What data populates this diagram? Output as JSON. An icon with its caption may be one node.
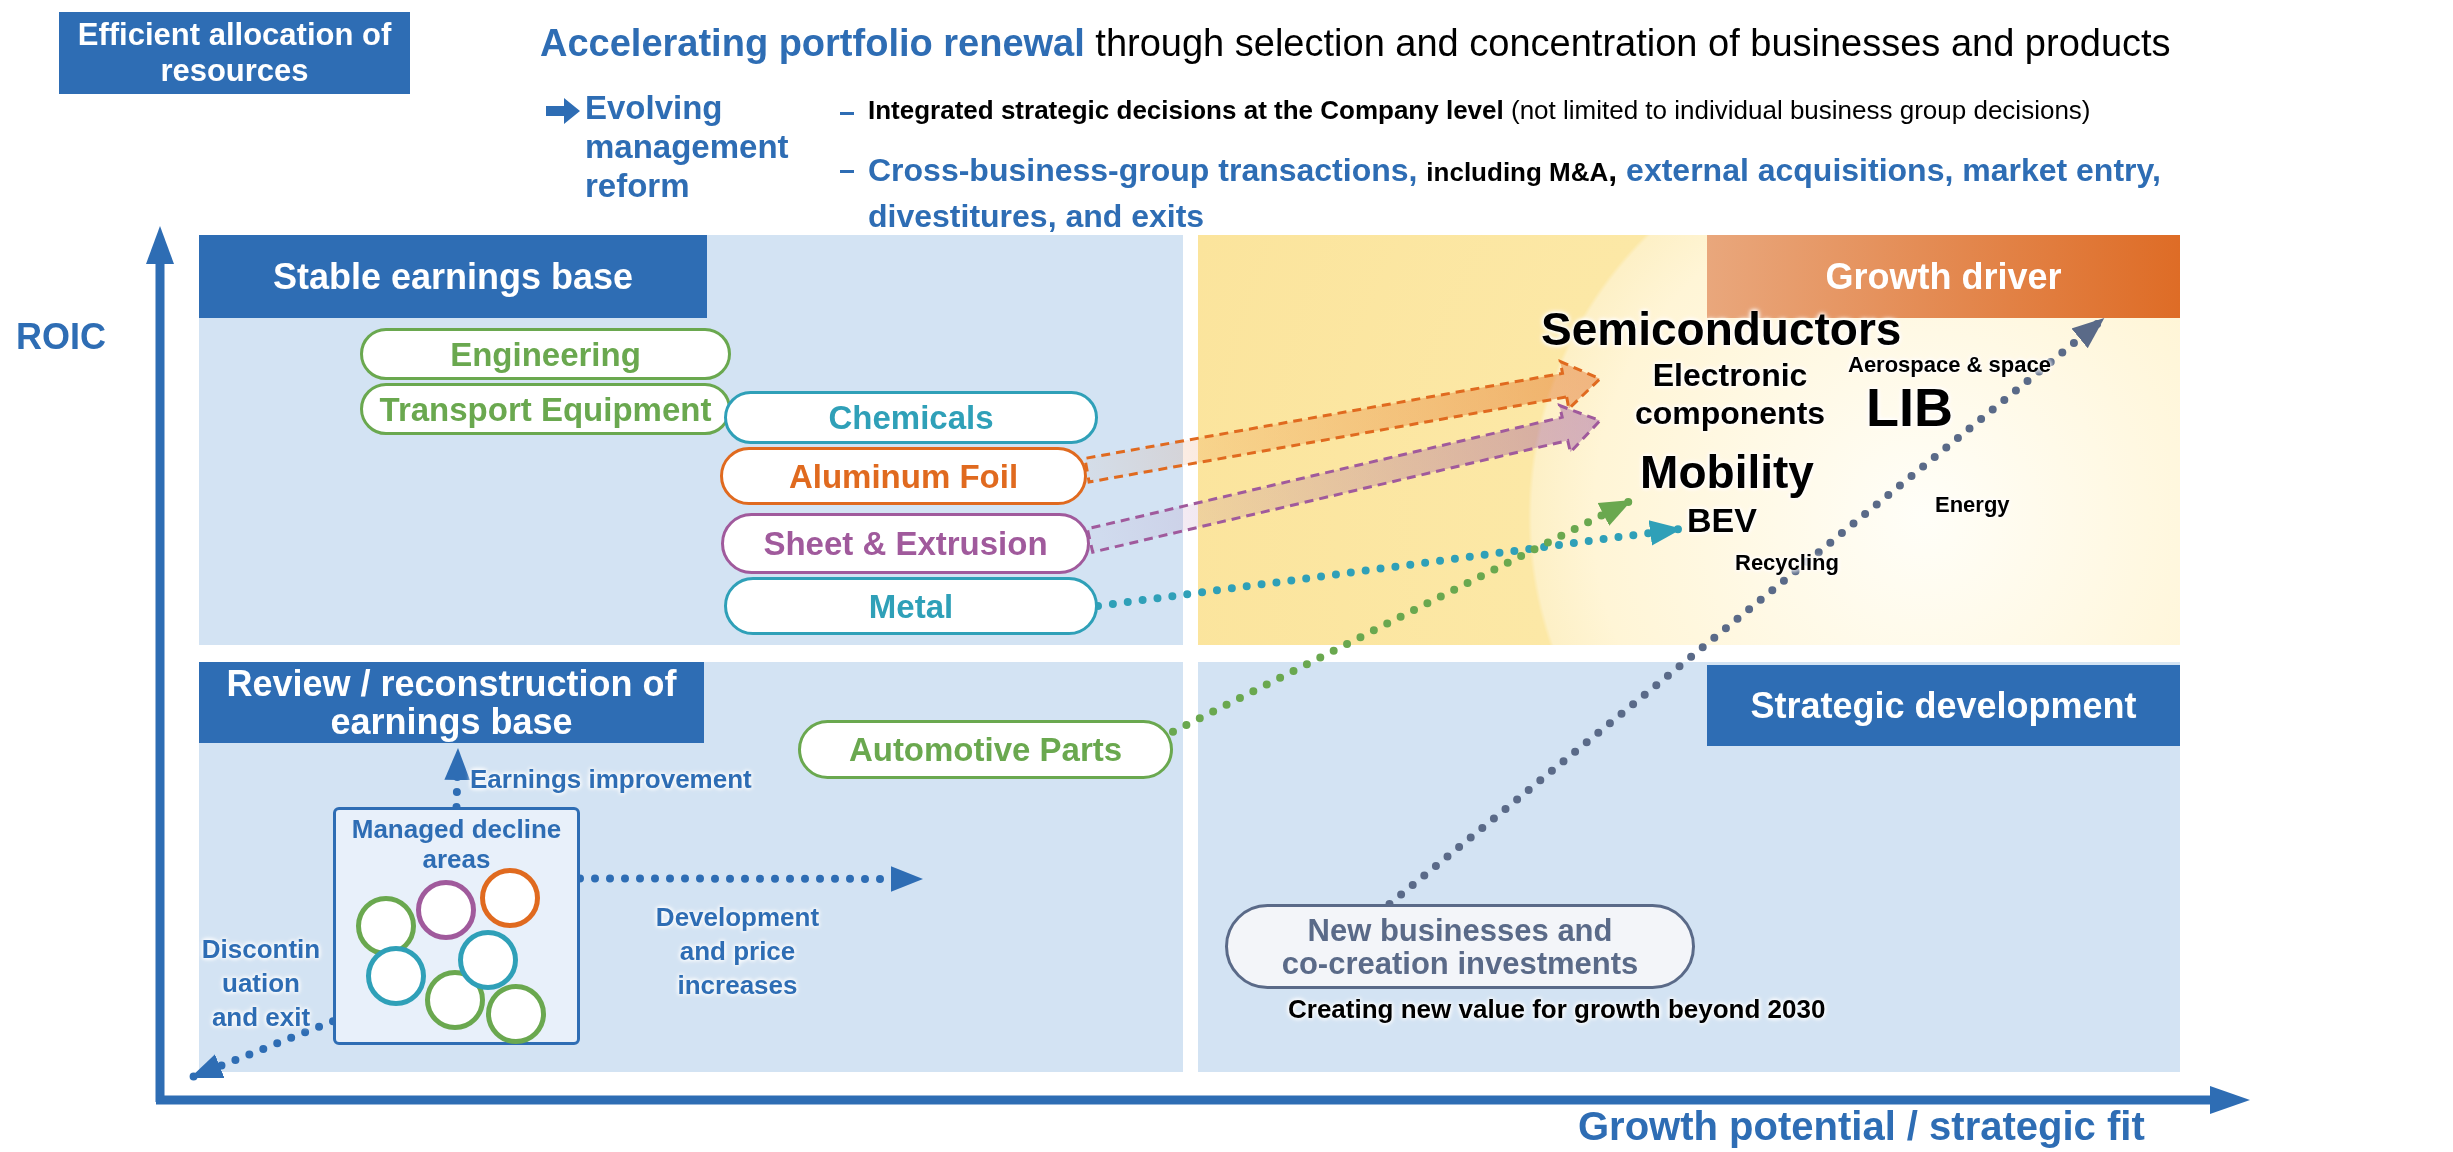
{
  "diagram": {
    "nodes": [
      {
        "text": [
          "Efficient allocation of resources"
        ]
      },
      {
        "text": [
          "Stable earnings base"
        ]
      },
      {
        "text": [
          "Engineering"
        ],
        "in": 1
      },
      {
        "text": [
          "Transport Equipment"
        ],
        "in": 1
      },
      {
        "text": [
          "Chemicals"
        ],
        "in": 1
      },
      {
        "text": [
          "Aluminum Foil"
        ],
        "in": 1
      },
      {
        "text": [
          "Sheet & Extrusion"
        ],
        "in": 1
      },
      {
        "text": [
          "Metal"
        ],
        "in": 1
      },
      {
        "text": [
          "Growth driver"
        ]
      },
      {
        "text": [
          "Electronic components"
        ],
        "in": 8
      },
      {
        "text": [
          "Mobility"
        ],
        "in": 8
      },
      {
        "text": [
          "BEV"
        ],
        "in": 8
      },
      {
        "text": [
          "Review / reconstruction of earnings base"
        ]
      },
      {
        "text": [
          "Automotive Parts"
        ],
        "in": 12
      },
      {
        "text": [
          "Managed decline areas"
        ],
        "in": 12
      },
      {
        "text": [],
        "shape": "circle",
        "in": 14
      },
      {
        "text": [],
        "shape": "circle",
        "in": 14
      },
      {
        "text": [],
        "shape": "circle",
        "in": 14
      },
      {
        "text": [],
        "shape": "circle",
        "in": 14
      },
      {
        "text": [],
        "shape": "circle",
        "in": 14
      },
      {
        "text": [],
        "shape": "circle",
        "in": 14
      },
      {
        "text": [],
        "shape": "circle",
        "in": 14
      },
      {
        "text": [
          "Strategic development"
        ]
      },
      {
        "text": [
          "New businesses and co-creation investments"
        ],
        "in": 22,
        "beside": [
          "Creating new value for growth beyond 2030"
        ]
      }
    ],
    "edges": [
      {
        "from": 5,
        "to": 9,
        "arrow": "to",
        "style": "dashed",
        "color": "#e06a1f"
      },
      {
        "from": 6,
        "to": 9,
        "arrow": "to",
        "style": "dashed",
        "color": "#a05a9c"
      },
      {
        "from": 7,
        "to": 11,
        "arrow": "to",
        "style": "dashed",
        "color": "#2fa0b8"
      },
      {
        "from": 13,
        "to": 10,
        "arrow": "to",
        "style": "dashed",
        "color": "#6aa84f"
      },
      {
        "from": 23,
        "to": 8,
        "arrow": "to",
        "style": "dashed",
        "color": "#5a6a88"
      },
      {
        "from": 14,
        "to": null,
        "arrow": "to",
        "style": "dashed",
        "color": "#2e6db4",
        "label": "Earnings improvement"
      },
      {
        "from": 14,
        "to": null,
        "arrow": "to",
        "style": "dashed",
        "color": "#2e6db4",
        "label": "Development and price increases"
      },
      {
        "from": 14,
        "to": null,
        "arrow": "to",
        "style": "dashed",
        "color": "#2e6db4",
        "label": "Discontinuation and exit"
      }
    ],
    "labels": [
      "**Accelerating portfolio renewal** through selection and concentration of businesses and products",
      "Evolving management reform",
      "**Integrated strategic decisions at the Company level** (not limited to individual business group decisions)",
      "**Cross-business-group transactions,** *including M&A*, **external acquisitions, market entry, divestitures, and exits**",
      "ROIC",
      "Semiconductors",
      "Aerospace & space",
      "LIB",
      "Energy",
      "Recycling",
      "Growth potential / strategic fit"
    ]
  }
}
